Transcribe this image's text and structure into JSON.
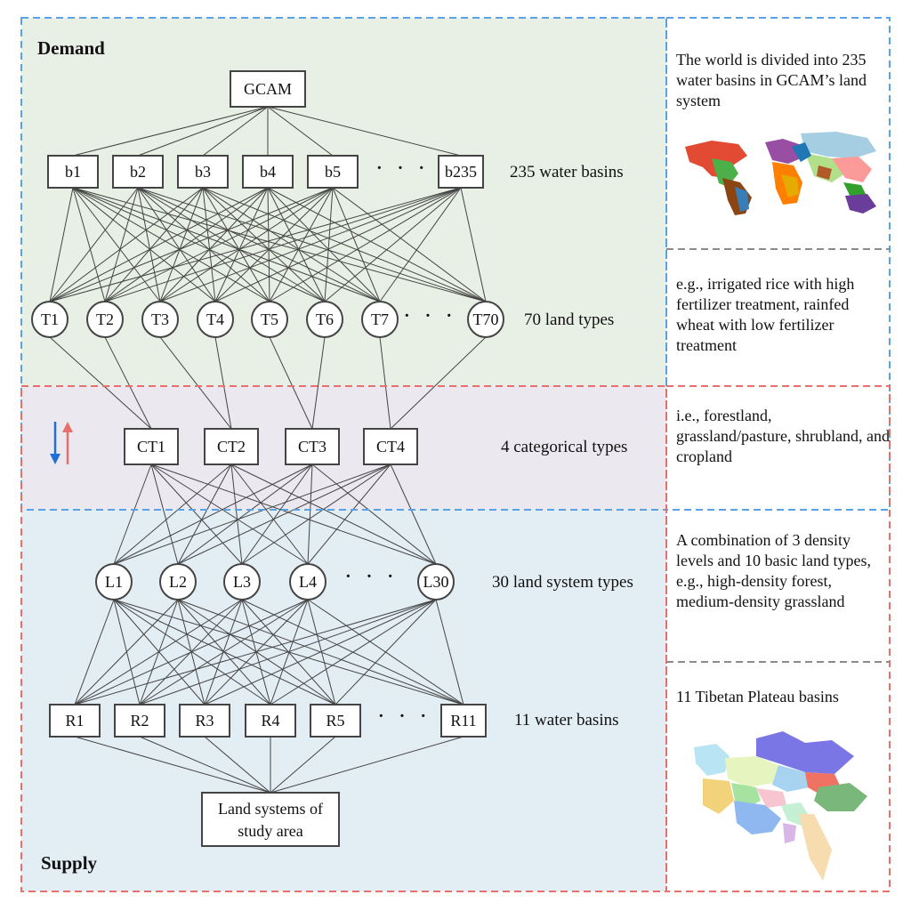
{
  "sections": {
    "demand": "Demand",
    "supply": "Supply"
  },
  "top": {
    "label": "GCAM"
  },
  "basins": {
    "nodes": [
      "b1",
      "b2",
      "b3",
      "b4",
      "b5",
      "b235"
    ],
    "caption": "235 water basins"
  },
  "land_types": {
    "nodes": [
      "T1",
      "T2",
      "T3",
      "T4",
      "T5",
      "T6",
      "T7",
      "T70"
    ],
    "caption": "70 land types"
  },
  "categorical": {
    "nodes": [
      "CT1",
      "CT2",
      "CT3",
      "CT4"
    ],
    "caption": "4 categorical types"
  },
  "land_systems": {
    "nodes": [
      "L1",
      "L2",
      "L3",
      "L4",
      "L30"
    ],
    "caption": "30 land system types"
  },
  "regions": {
    "nodes": [
      "R1",
      "R2",
      "R3",
      "R4",
      "R5",
      "R11"
    ],
    "caption": "11 water basins"
  },
  "bottom": {
    "label_line1": "Land systems of",
    "label_line2": "study area"
  },
  "ellipsis": "· · ·",
  "notes": {
    "basins": "The world is divided into 235 water basins in GCAM’s land system",
    "land_types": "e.g., irrigated rice with high fertilizer treatment, rainfed wheat with low fertilizer treatment",
    "categorical": "i.e., forestland, grassland/pasture, shrubland, and cropland",
    "land_systems": "A combination of 3 density levels and 10 basic land types, e.g., high-density forest, medium-density grassland",
    "regions": "11 Tibetan Plateau basins"
  },
  "colors": {
    "demand_bg": "#e8efe4",
    "middle_bg": "#ece8ef",
    "supply_bg": "#e3eef4",
    "blue_dash": "#5aa2e6",
    "red_dash": "#e8706c",
    "down_arrow": "#1f6fd6",
    "up_arrow": "#e8706c"
  }
}
